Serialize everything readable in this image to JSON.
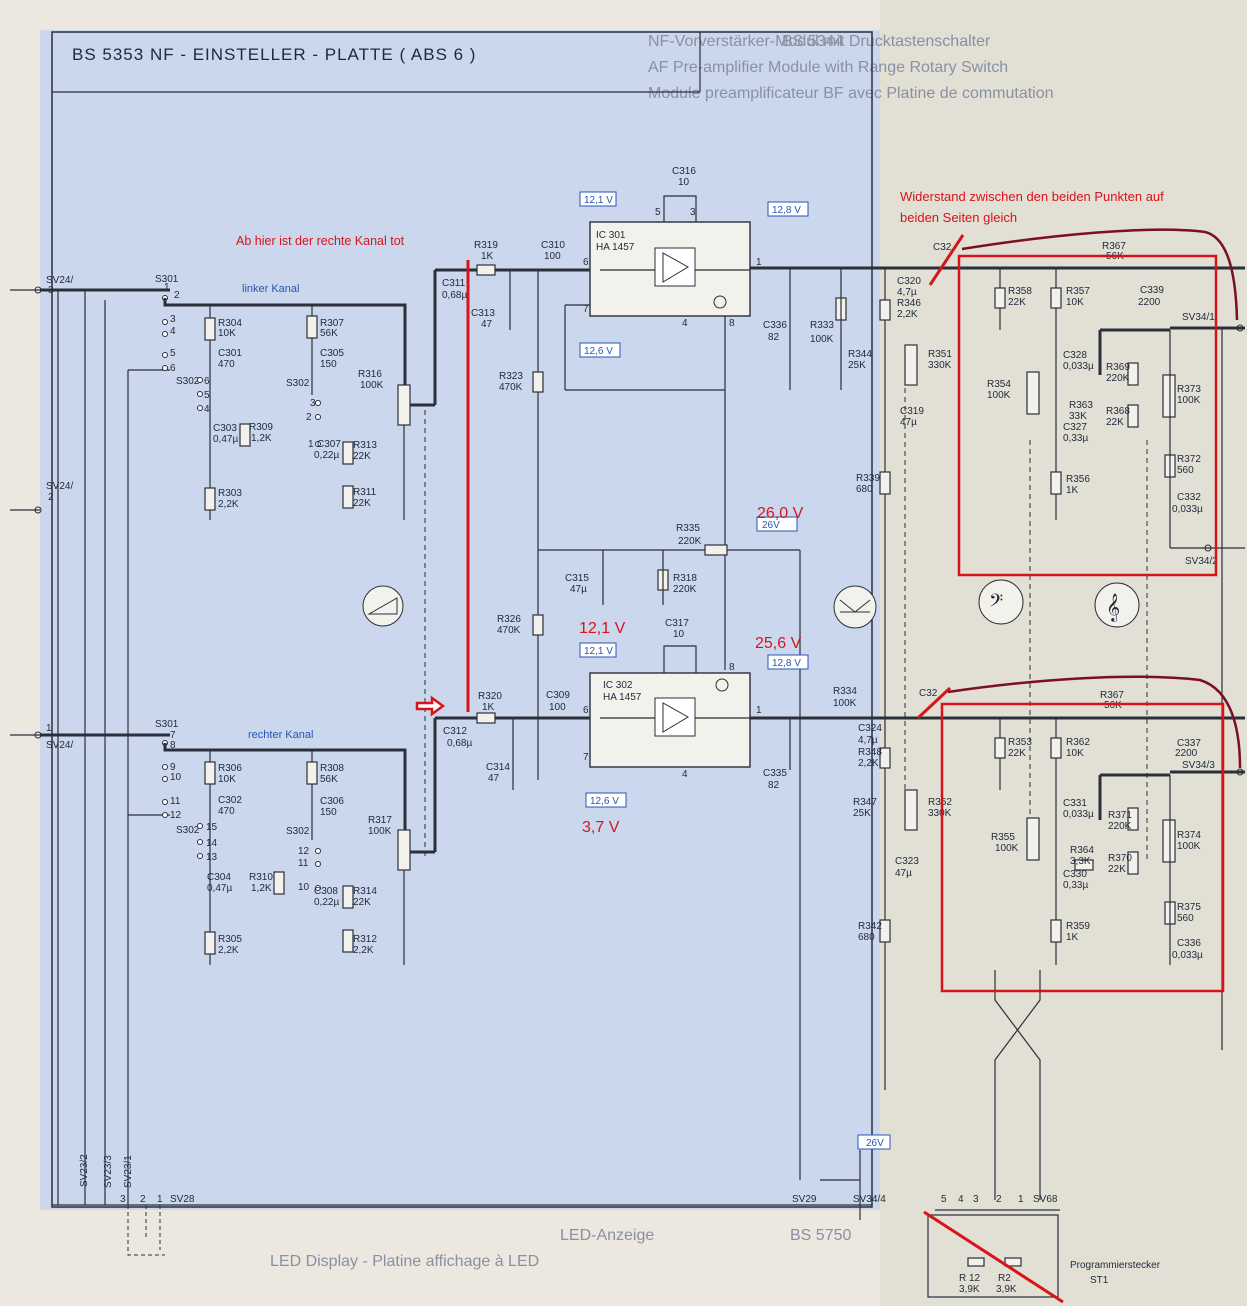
{
  "title": "BS 5353  NF - EINSTELLER  - PLATTE    ( ABS 6 )",
  "background_text": {
    "line1": "NF-Vorverstärker-Modul mit Drucktastenschalter",
    "line2": "AF Pre-amplifier Module with Range Rotary Switch",
    "line3": "Module preamplificateur BF avec Platine de commutation",
    "module_code": "BS 5344",
    "led_line1": "LED-Anzeige",
    "led_line2": "LED Display - Platine affichage à LED",
    "led_code": "BS 5750"
  },
  "annotations": {
    "rechte_kanal_tot": "Ab hier ist der rechte Kanal tot",
    "widerstand_line1": "Widerstand zwischen den beiden Punkten auf",
    "widerstand_line2": "beiden Seiten gleich",
    "v_26_0": "26,0 V",
    "v_12_1": "12,1 V",
    "v_25_6": "25,6 V",
    "v_3_7": "3,7 V"
  },
  "channel_labels": {
    "left": "linker  Kanal",
    "right": "rechter  Kanal"
  },
  "voltage_boxes": {
    "ic301_in": "12,1 V",
    "ic301_out": "12,8 V",
    "ic301_lower": "12,6 V",
    "ic302_in": "12,1 V",
    "ic302_out": "12,8 V",
    "ic302_lower": "12,6 V",
    "supply": "26V",
    "supply_bottom": "26V"
  },
  "ics": {
    "ic301": {
      "name": "IC 301",
      "type": "HA 1457"
    },
    "ic302": {
      "name": "IC 302",
      "type": "HA 1457"
    }
  },
  "connectors": {
    "sv24_3": "SV24/",
    "sv24_3n": "3",
    "sv24_2": "SV24/",
    "sv24_2n": "2",
    "sv24_1": "SV24/",
    "sv24_1n": "1",
    "sv34_1": "SV34/1",
    "sv34_2": "SV34/2",
    "sv34_3": "SV34/3",
    "sv34_4": "SV34/4",
    "sv23_2": "SV23/2",
    "sv23_3": "SV23/3",
    "sv23_1": "SV23/1",
    "sv28": "SV28",
    "sv29": "SV29",
    "sv68": "SV68",
    "s301": "S301",
    "s302": "S302"
  },
  "programmierstecker": {
    "line1": "Programmierstecker",
    "line2": "ST1",
    "r12": "R 12",
    "r12v": "3,9K",
    "r2": "R2",
    "r2v": "3,9K"
  },
  "components_top": {
    "r319": "R319",
    "r319v": "1K",
    "c311": "C311",
    "c311v": "0,68µ",
    "c310": "C310",
    "c310v": "100",
    "c313": "C313",
    "c313v": "47",
    "c316": "C316",
    "c316v": "10",
    "r323": "R323",
    "r323v": "470K",
    "c336": "C336",
    "c336v": "82",
    "r333": "R333",
    "r333v": "100K",
    "c320": "C320",
    "c320v": "4,7µ",
    "r346": "R346",
    "r346v": "2,2K",
    "r344": "R344",
    "r344v": "25K",
    "r351": "R351",
    "r351v": "330K",
    "c319": "C319",
    "c319v": "47µ",
    "r339": "R339",
    "r339v": "680",
    "r304": "R304",
    "r304v": "10K",
    "c301": "C301",
    "c301v": "470",
    "r307": "R307",
    "r307v": "56K",
    "c305": "C305",
    "c305v": "150",
    "r316": "R316",
    "r316v": "100K",
    "c303": "C303",
    "c303v": "0,47µ",
    "r309": "R309",
    "r309v": "1,2K",
    "c307": "C307",
    "c307v": "0,22µ",
    "r313": "R313",
    "r313v": "22K",
    "r311": "R311",
    "r311v": "22K",
    "r303": "R303",
    "r303v": "2,2K",
    "c32x": "C32"
  },
  "components_mid": {
    "r335": "R335",
    "r335v": "220K",
    "c315": "C315",
    "c315v": "47µ",
    "r318": "R318",
    "r318v": "220K",
    "r326": "R326",
    "r326v": "470K",
    "c317": "C317",
    "c317v": "10"
  },
  "components_bottom": {
    "r320": "R320",
    "r320v": "1K",
    "c312": "C312",
    "c312v": "0,68µ",
    "c309": "C309",
    "c309v": "100",
    "c314": "C314",
    "c314v": "47",
    "c335": "C335",
    "c335v": "82",
    "r334": "R334",
    "r334v": "100K",
    "c324": "C324",
    "c324v": "4,7µ",
    "r348": "R348",
    "r348v": "2,2K",
    "r347": "R347",
    "r347v": "25K",
    "r352": "R352",
    "r352v": "330K",
    "c323": "C323",
    "c323v": "47µ",
    "r342": "R342",
    "r342v": "680",
    "r306": "R306",
    "r306v": "10K",
    "c302": "C302",
    "c302v": "470",
    "r308": "R308",
    "r308v": "56K",
    "c306": "C306",
    "c306v": "150",
    "r317": "R317",
    "r317v": "100K",
    "c304": "C304",
    "c304v": "0,47µ",
    "r310": "R310",
    "r310v": "1,2K",
    "c308": "C308",
    "c308v": "0,22µ",
    "r314": "R314",
    "r314v": "22K",
    "r312": "R312",
    "r312v": "2,2K",
    "r305": "R305",
    "r305v": "2,2K"
  },
  "tone_top": {
    "r367": "R367",
    "r367v": "56K",
    "c339": "C339",
    "c339v": "2200",
    "r358": "R358",
    "r358v": "22K",
    "r357": "R357",
    "r357v": "10K",
    "c328": "C328",
    "c328v": "0,033µ",
    "r354": "R354",
    "r354v": "100K",
    "r363": "R363",
    "r363v": "33K",
    "c327": "C327",
    "c327v": "0,33µ",
    "r369": "R369",
    "r369v": "220K",
    "r368": "R368",
    "r368v": "22K",
    "r373": "R373",
    "r373v": "100K",
    "r356": "R356",
    "r356v": "1K",
    "r372": "R372",
    "r372v": "560",
    "c332": "C332",
    "c332v": "0,033µ"
  },
  "tone_bottom": {
    "r367": "R367",
    "r367v": "56K",
    "c337": "C337",
    "c337v": "2200",
    "r353": "R353",
    "r353v": "22K",
    "r362": "R362",
    "r362v": "10K",
    "c331": "C331",
    "c331v": "0,033µ",
    "r355": "R355",
    "r355v": "100K",
    "r364": "R364",
    "r364v": "3,3K",
    "c330": "C330",
    "c330v": "0,33µ",
    "r371": "R371",
    "r371v": "220K",
    "r370": "R370",
    "r370v": "22K",
    "r374": "R374",
    "r374v": "100K",
    "r359": "R359",
    "r359v": "1K",
    "r375": "R375",
    "r375v": "560",
    "c336": "C336",
    "c336v": "0,033µ"
  },
  "switch_numbers": [
    "1",
    "2",
    "3",
    "4",
    "5",
    "6",
    "7",
    "8",
    "9",
    "10",
    "11",
    "12"
  ],
  "colors": {
    "paper": "#ece8df",
    "blue_overlay": "#c6d4ee",
    "ink": "#2a2f3a",
    "red": "#d8141b",
    "maroon": "#7a1020"
  }
}
